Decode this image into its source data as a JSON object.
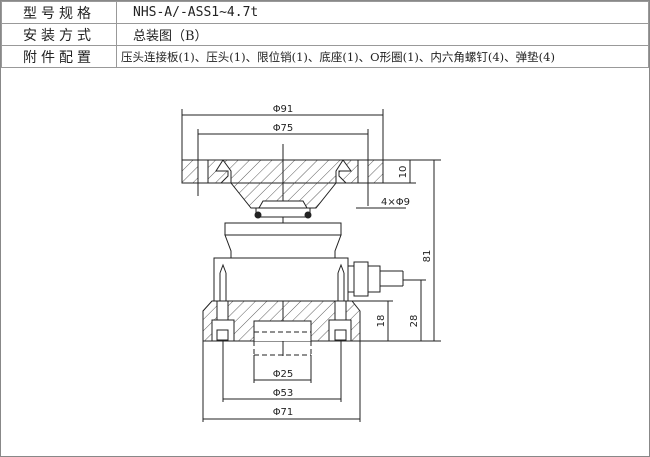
{
  "spec_table": {
    "rows": [
      {
        "label": "型号规格",
        "value": "NHS-A/-ASS1~4.7t"
      },
      {
        "label": "安装方式",
        "value": "总装图（B）"
      },
      {
        "label": "附件配置",
        "value": "压头连接板(1)、压头(1)、限位销(1)、底座(1)、O形圈(1)、内六角螺钉(4)、弹垫(4)"
      }
    ]
  },
  "drawing": {
    "dims": {
      "top_outer": "Φ91",
      "top_pcd": "Φ75",
      "flange_thickness": "10",
      "holes": "4×Φ9",
      "total_height": "81",
      "base_height": "28",
      "base_plate": "18",
      "bore": "Φ25",
      "base_pcd": "Φ53",
      "base_outer": "Φ71"
    }
  }
}
